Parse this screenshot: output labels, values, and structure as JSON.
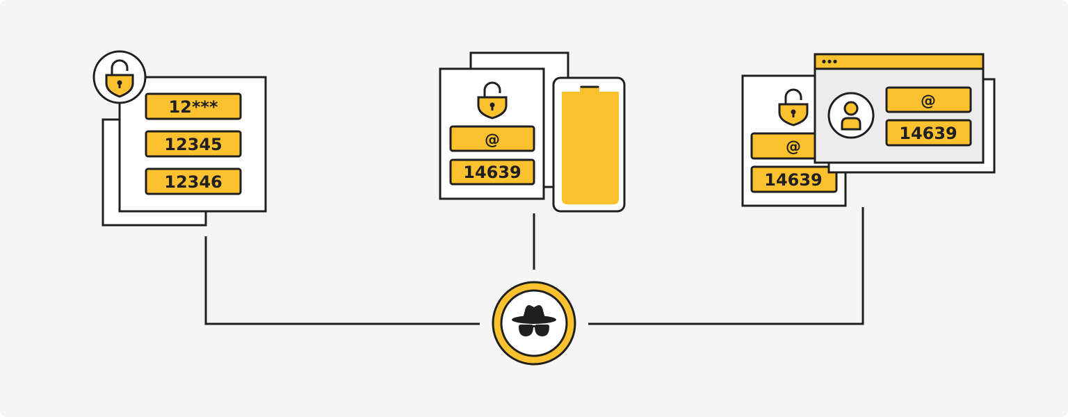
{
  "colors": {
    "background": "#f5f5f5",
    "outline": "#1f1f1f",
    "accent": "#fcc12f",
    "card": "#ffffff",
    "window": "#ececec"
  },
  "left_panel": {
    "icon": "unlocked-padlock-icon",
    "fields": [
      "12***",
      "12345",
      "12346"
    ]
  },
  "middle_panel": {
    "icon": "unlocked-padlock-icon",
    "device_icon": "smartphone-icon",
    "fields": [
      "@",
      "14639"
    ]
  },
  "right_panel": {
    "icon": "unlocked-padlock-icon",
    "back_fields": [
      "@",
      "14639"
    ],
    "window_fields": [
      "@",
      "14639"
    ],
    "avatar_icon": "user-avatar-icon"
  },
  "center": {
    "icon": "spy-hacker-icon"
  }
}
